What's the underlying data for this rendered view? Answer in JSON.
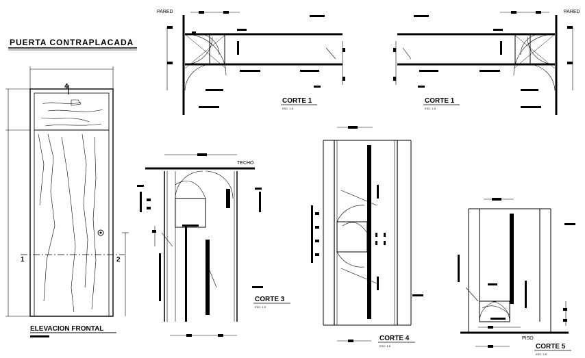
{
  "drawing": {
    "title": "PUERTA CONTRAPLACADA",
    "front_view": {
      "label": "ELEVACION FRONTAL",
      "mark_top": "4",
      "mark_left": "1",
      "mark_right": "2"
    },
    "sections": [
      {
        "label": "CORTE 1",
        "wall": "PARED"
      },
      {
        "label": "CORTE 1",
        "wall": "PARED"
      },
      {
        "label": "CORTE 3",
        "ref": "TECHO"
      },
      {
        "label": "CORTE 4"
      },
      {
        "label": "CORTE 5",
        "ref": "PISO"
      }
    ]
  }
}
